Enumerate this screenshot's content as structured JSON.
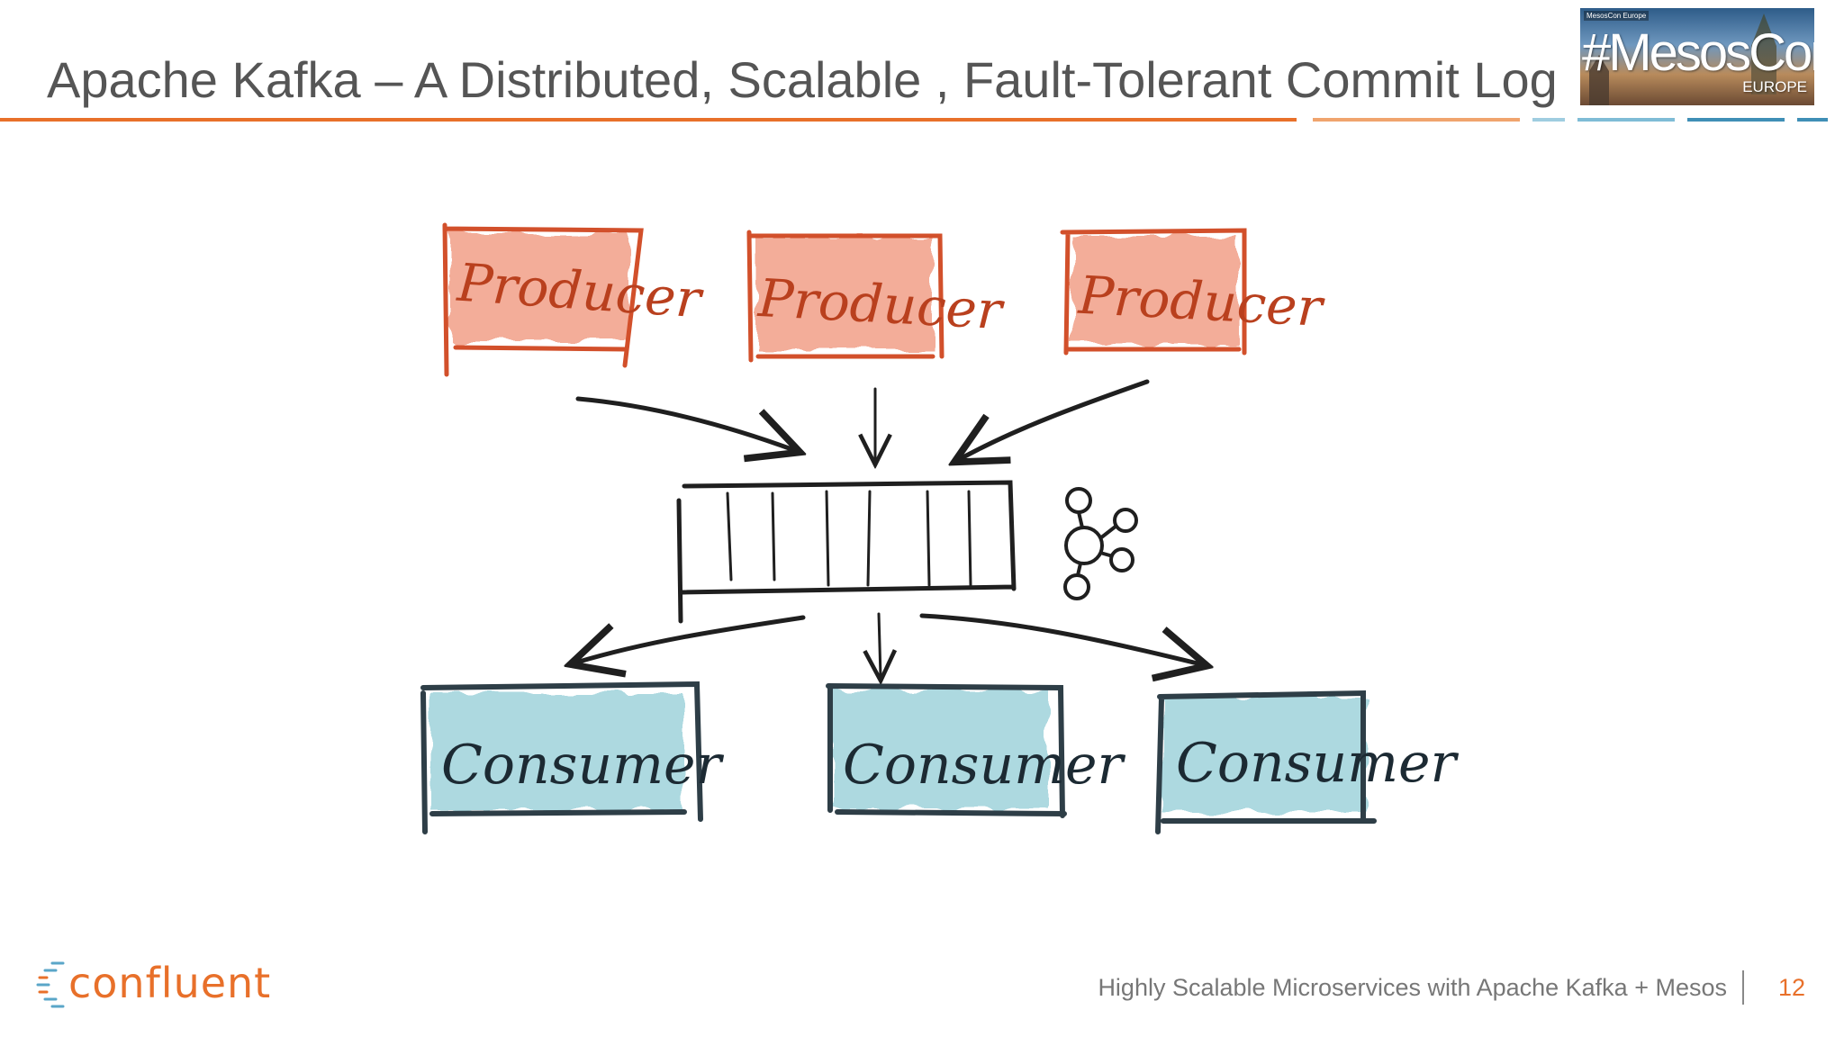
{
  "slide": {
    "title": "Apache Kafka – A Distributed, Scalable , Fault-Tolerant Commit Log",
    "footer_text": "Highly Scalable Microservices with Apache Kafka + Mesos",
    "page_number": "12"
  },
  "event_logo": {
    "small_label": "MesosCon Europe",
    "main": "#MesosCon",
    "sub": "EUROPE"
  },
  "brand": {
    "name": "confluent"
  },
  "diagram": {
    "producers": [
      "Producer",
      "Producer",
      "Producer"
    ],
    "consumers": [
      "Consumer",
      "Consumer",
      "Consumer"
    ]
  },
  "colors": {
    "accent_orange": "#e8702a",
    "accent_blue": "#5aa6c8",
    "producer_fill": "#f0a58f",
    "producer_stroke": "#d2502b",
    "consumer_fill": "#a9d7df",
    "consumer_stroke": "#2e3e47",
    "ink": "#1f1f1f"
  },
  "icons": [
    "kafka-logo-icon",
    "confluent-logo-icon",
    "arrow-icon"
  ]
}
